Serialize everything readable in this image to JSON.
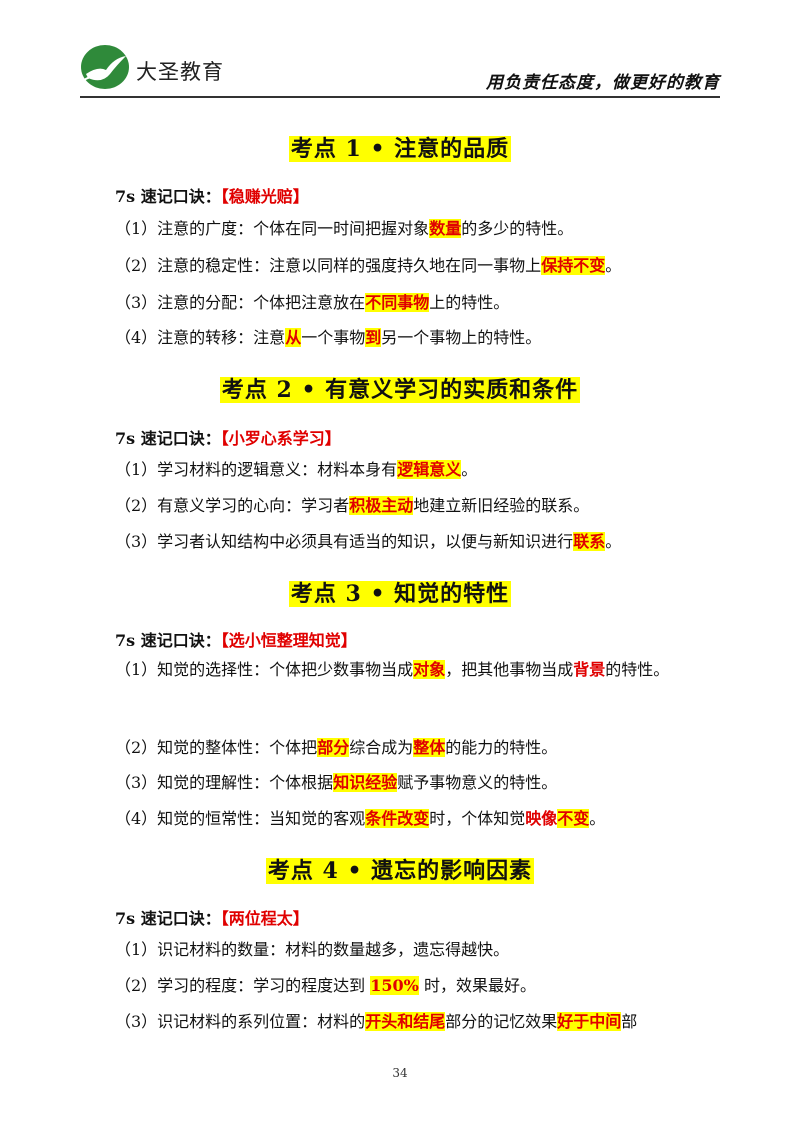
{
  "header": {
    "logo_text": "大圣教育",
    "slogan": "用负责任态度，做更好的教育"
  },
  "sections": [
    {
      "title": "考点 1 • 注意的品质",
      "mnemonic_label": "7s 速记口诀：",
      "mnemonic": "【稳赚光赔】",
      "lines": [
        [
          "（1）注意的广度：个体在同一时间把握对象",
          "数量",
          "的多少的特性。"
        ],
        [
          "（2）注意的稳定性：注意以同样的强度持久地在同一事物上",
          "保持不变",
          "。"
        ],
        [
          "（3）注意的分配：个体把注意放在",
          "不同事物",
          "上的特性。"
        ],
        [
          "（4）注意的转移：注意",
          "从",
          "一个事物",
          "到",
          "另一个事物上的特性。"
        ]
      ]
    },
    {
      "title": "考点 2 • 有意义学习的实质和条件",
      "mnemonic_label": "7s 速记口诀：",
      "mnemonic": "【小罗心系学习】",
      "lines": [
        [
          "（1）学习材料的逻辑意义：材料本身有",
          "逻辑意义",
          "。"
        ],
        [
          "（2）有意义学习的心向：学习者",
          "积极主动",
          "地建立新旧经验的联系。"
        ],
        [
          "（3）学习者认知结构中必须具有适当的知识，以便与新知识进行",
          "联系",
          "。"
        ]
      ]
    },
    {
      "title": "考点 3 • 知觉的特性",
      "mnemonic_label": "7s 速记口诀：",
      "mnemonic": "【选小恒整理知觉】",
      "lines": [
        [
          "（1）知觉的选择性：个体把少数事物当成",
          "对象",
          "，把其他事物当成",
          "背景",
          "的特性。"
        ],
        [
          "（2）知觉的整体性：个体把",
          "部分",
          "综合成为",
          "整体",
          "的能力的特性。"
        ],
        [
          "（3）知觉的理解性：个体根据",
          "知识经验",
          "赋予事物意义的特性。"
        ],
        [
          "（4）知觉的恒常性：当知觉的客观",
          "条件改变",
          "时，个体知觉",
          "映像",
          "不变",
          "。"
        ]
      ]
    },
    {
      "title": "考点 4 • 遗忘的影响因素",
      "mnemonic_label": "7s 速记口诀：",
      "mnemonic": "【两位程太】",
      "lines": [
        [
          "（1）识记材料的数量：材料的数量越多，遗忘得越快。"
        ],
        [
          "（2）学习的程度：学习的程度达到 ",
          "150%",
          " 时，效果最好。"
        ],
        [
          "（3）识记材料的系列位置：材料的",
          "开头和结尾",
          "部分的记忆效果",
          "好于中间",
          "部"
        ]
      ]
    }
  ],
  "page_number": "34",
  "colors": {
    "highlight": "#ffff00",
    "emphasis": "#e00000"
  },
  "icons": {
    "logo": "swallow-logo-icon"
  }
}
